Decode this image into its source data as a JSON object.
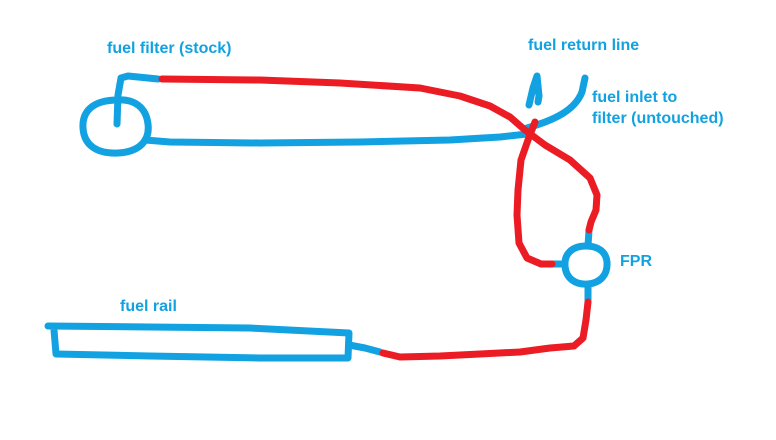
{
  "labels": {
    "fuel_filter": "fuel filter (stock)",
    "fuel_return_line": "fuel return line",
    "fuel_inlet_line1": "fuel inlet to",
    "fuel_inlet_line2": "filter (untouched)",
    "fpr": "FPR",
    "fuel_rail": "fuel rail"
  },
  "colors": {
    "stock_lines": "#12a2e2",
    "new_lines": "#ec1c24",
    "label_text": "#12a2e2"
  }
}
